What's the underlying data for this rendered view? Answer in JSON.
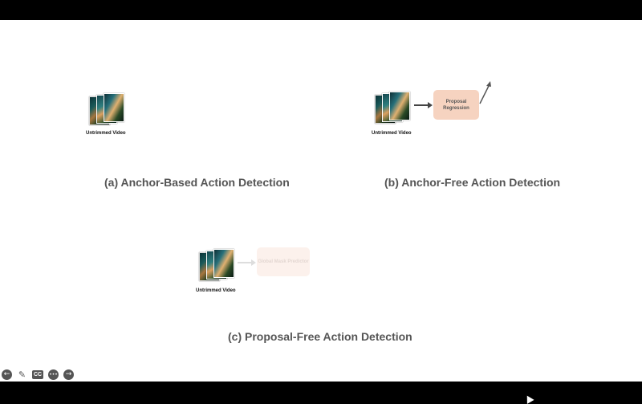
{
  "panels": {
    "a": {
      "video_label": "Untrimmed Video",
      "title": "(a) Anchor-Based Action Detection"
    },
    "b": {
      "video_label": "Untrimmed Video",
      "box_label": "Proposal Regression",
      "title": "(b) Anchor-Free Action Detection"
    },
    "c": {
      "video_label": "Untrimmed Video",
      "box_label": "Global Mask Predictor",
      "title": "(c) Proposal-Free Action Detection"
    }
  },
  "controls": {
    "prev": "←",
    "pen": "✎",
    "captions": "CC",
    "more": "•••",
    "next": "→"
  },
  "colors": {
    "slide_background": "#ffffff",
    "letterbox": "#000000",
    "proposal_box": "#f6d3c0",
    "title_text": "#555555"
  }
}
